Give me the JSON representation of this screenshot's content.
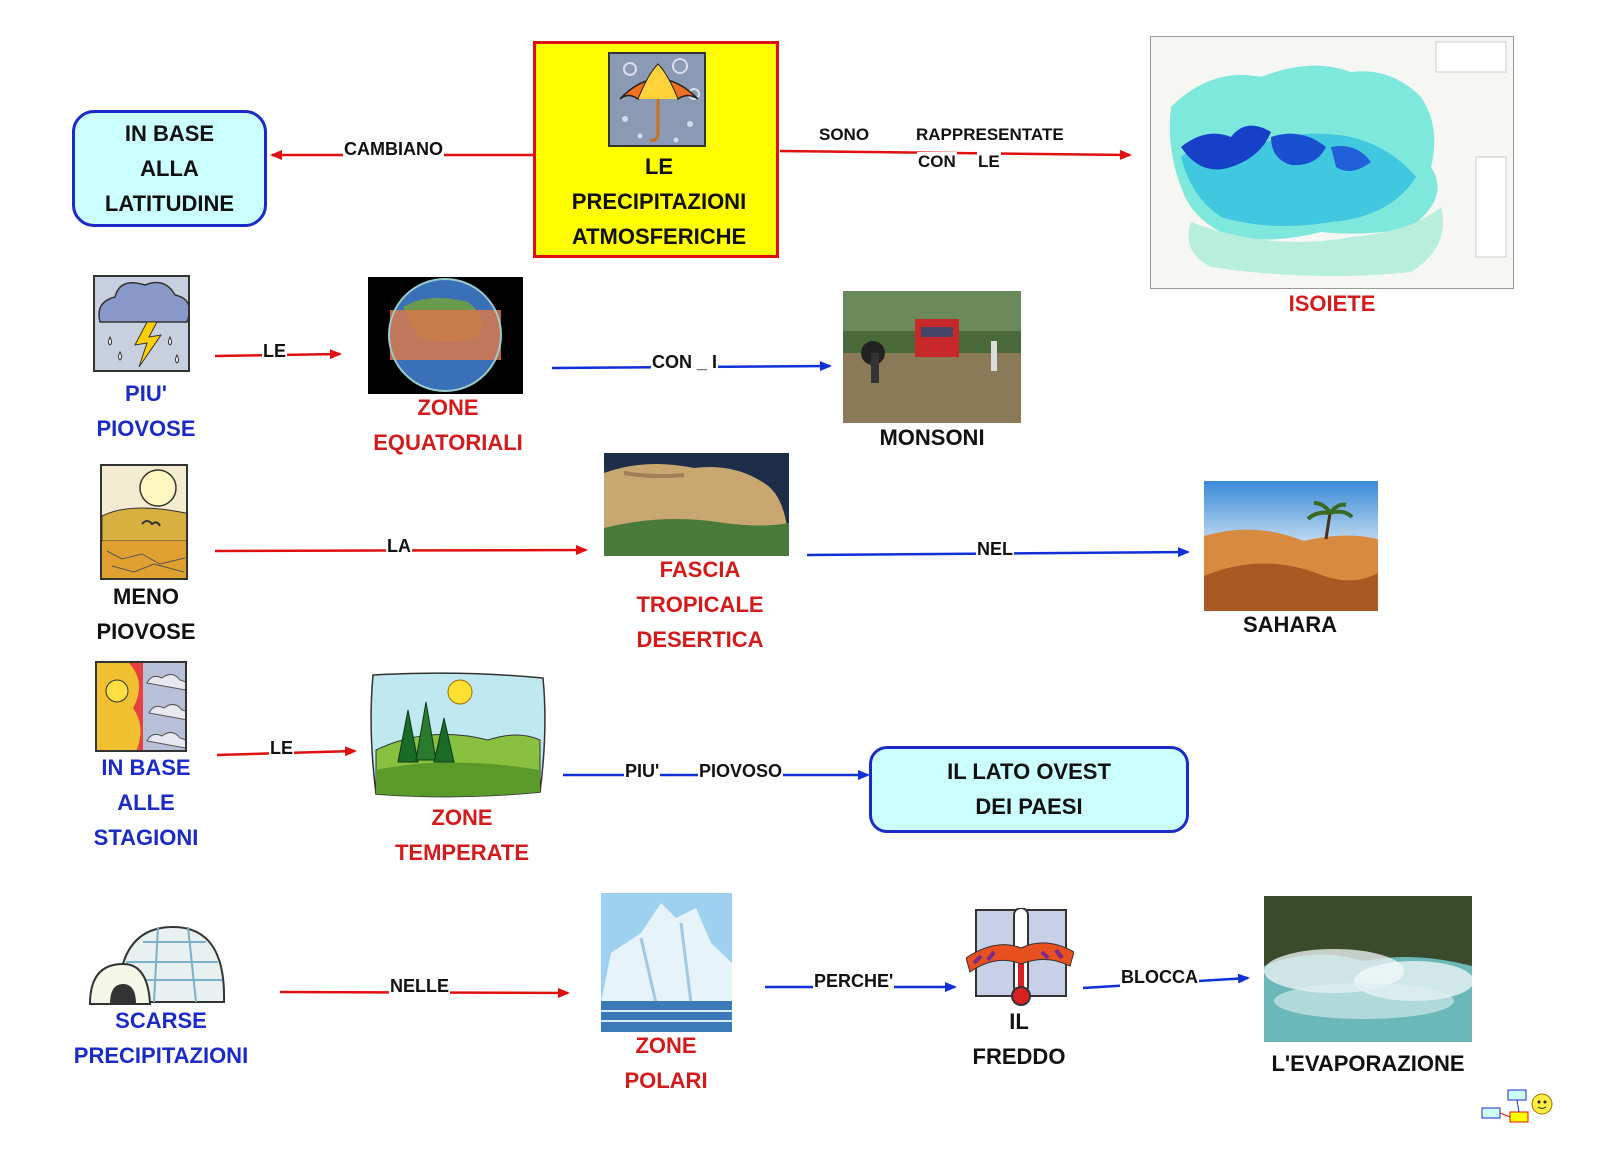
{
  "center": {
    "label": "LE\nPRECIPITAZIONI\nATMOSFERICHE"
  },
  "nodes": {
    "latitudine": "IN     BASE\nALLA\nLATITUDINE",
    "isoiete": "ISOIETE",
    "piu_piovose": "PIU'\nPIOVOSE",
    "zone_equatoriali": "ZONE\nEQUATORIALI",
    "monsoni": "MONSONI",
    "meno_piovose": "MENO\nPIOVOSE",
    "fascia_tropicale": "FASCIA\nTROPICALE\nDESERTICA",
    "sahara": "SAHARA",
    "in_base_stagioni": "IN     BASE\nALLE\nSTAGIONI",
    "zone_temperate": "ZONE\nTEMPERATE",
    "lato_ovest": "IL     LATO      OVEST\nDEI     PAESI",
    "scarse_precipitazioni": "SCARSE\nPRECIPITAZIONI",
    "zone_polari": "ZONE\nPOLARI",
    "il_freddo": "IL\nFREDDO",
    "evaporazione": "L'EVAPORAZIONE"
  },
  "edges": {
    "cambiano": "CAMBIANO",
    "sono": "SONO",
    "rappresentate": "RAPPRESENTATE",
    "con": "CON",
    "le_map": "LE",
    "le1": "LE",
    "con_i": "CON  _  I",
    "la": "LA",
    "nel": "NEL",
    "le2": "LE",
    "piu": "PIU'",
    "piovoso": "PIOVOSO",
    "nelle": "NELLE",
    "perche": "PERCHE'",
    "blocca": "BLOCCA"
  },
  "colors": {
    "red_arrow": "#e01010",
    "blue_arrow": "#1030d8",
    "red_text": "#d41b1b",
    "blue_text": "#1a2bc8",
    "center_fill": "#ffff00",
    "center_border": "#e01010",
    "rounded_box_fill": "#ccffff",
    "rounded_box_border": "#1a2bc8"
  },
  "icons": [
    "umbrella-icon",
    "storm-cloud-icon",
    "desert-sun-icon",
    "sun-cloud-season-icon",
    "igloo-icon",
    "thermometer-scarf-icon",
    "concept-map-logo-icon"
  ],
  "images": [
    "isoiete-map-image",
    "globe-equator-image",
    "monsoon-flood-photo",
    "africa-satellite-image",
    "sahara-dunes-photo",
    "temperate-landscape-image",
    "iceberg-photo",
    "steam-water-photo"
  ]
}
